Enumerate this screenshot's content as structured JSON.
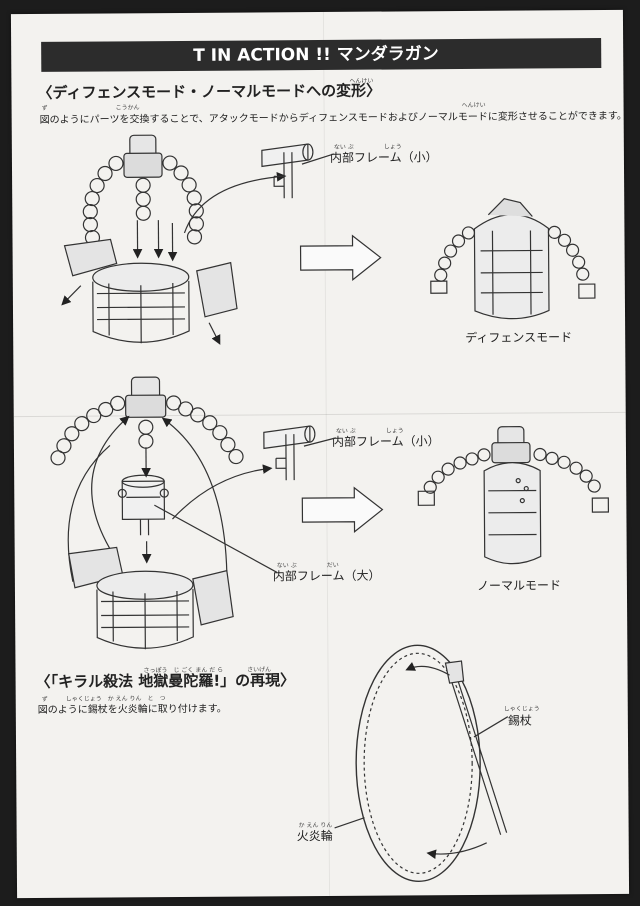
{
  "header": {
    "title": "T IN ACTION !! マンダラガン"
  },
  "section1": {
    "title": "〈ディフェンスモード・ノーマルモードへの変形〉",
    "title_ruby": "へんけい",
    "description": "図のようにパーツを交換することで、アタックモードからディフェンスモードおよびノーマルモードに変形させることができます。",
    "desc_ruby": [
      "ず",
      "こうかん",
      "へんけい"
    ],
    "frame_small_label": "内部フレーム（小）",
    "frame_small_ruby": "ない ぶ　　　　　しょう",
    "defense_mode_label": "ディフェンスモード"
  },
  "section2": {
    "frame_small_label": "内部フレーム（小）",
    "frame_small_ruby": "ない ぶ　　　　　しょう",
    "frame_large_label": "内部フレーム（大）",
    "frame_large_ruby": "ない ぶ　　　　　だい",
    "normal_mode_label": "ノーマルモード"
  },
  "section3": {
    "title": "〈「キラル殺法 地獄曼陀羅!」の再現〉",
    "title_ruby": "さっぽう　じ ごく まん だ ら　　　　さいげん",
    "description": "図のように錫杖を火炎輪に取り付けます。",
    "desc_ruby": "ず　　　しゃくじょう　か えん りん　と　つ",
    "staff_label": "錫杖",
    "staff_ruby": "しゃくじょう",
    "ring_label": "火炎輪",
    "ring_ruby": "か えん りん"
  }
}
